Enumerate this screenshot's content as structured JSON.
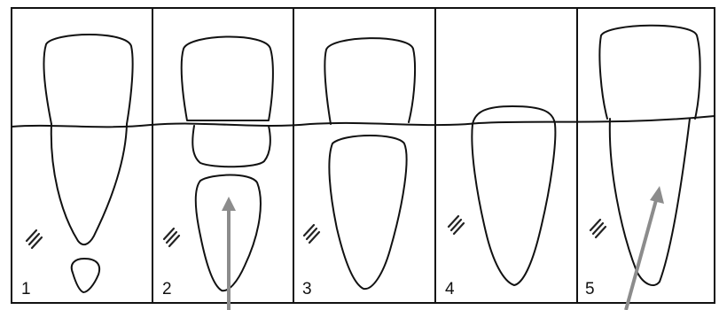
{
  "figure": {
    "panels": [
      {
        "number": "1"
      },
      {
        "number": "2"
      },
      {
        "number": "3"
      },
      {
        "number": "4"
      },
      {
        "number": "5"
      }
    ]
  },
  "colors": {
    "ink": "#111111",
    "arrow": "#8c8c8c",
    "background": "#ffffff"
  }
}
